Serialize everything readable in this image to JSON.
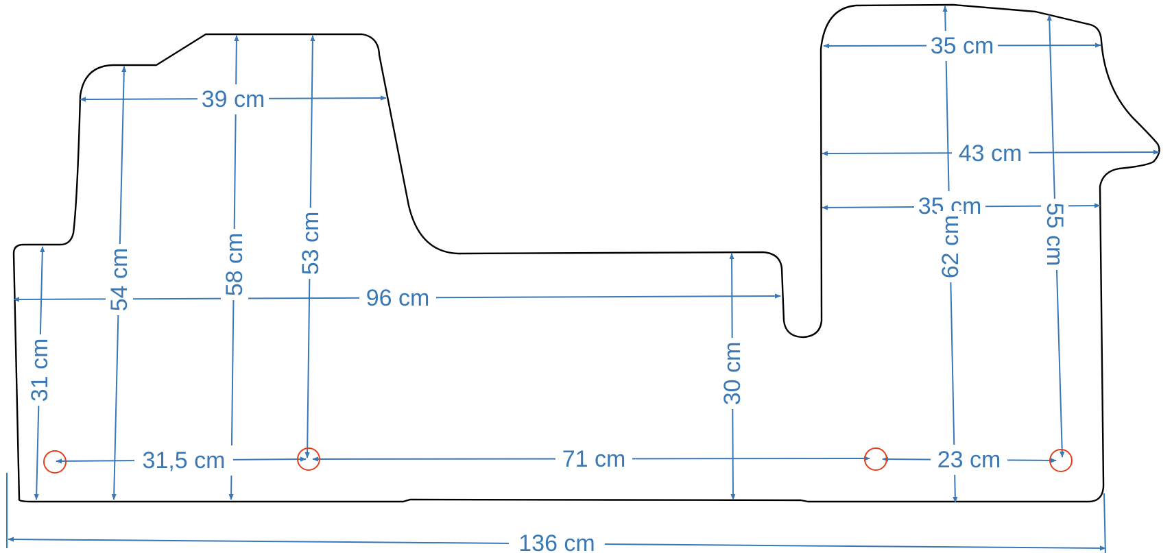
{
  "colors": {
    "dimension": "#3a78b5",
    "outline": "#000000",
    "fixing_hole": "#e2401c",
    "background": "#ffffff"
  },
  "dimensions": {
    "d39": "39 cm",
    "d54": "54 cm",
    "d58": "58 cm",
    "d53": "53 cm",
    "d96": "96 cm",
    "d31": "31 cm",
    "d31_5": "31,5 cm",
    "d71": "71 cm",
    "d30": "30 cm",
    "d35_top": "35 cm",
    "d43": "43 cm",
    "d35_mid": "35 cm",
    "d62": "62 cm",
    "d55": "55 cm",
    "d23": "23 cm",
    "d136": "136 cm"
  },
  "fixing_holes": 4
}
